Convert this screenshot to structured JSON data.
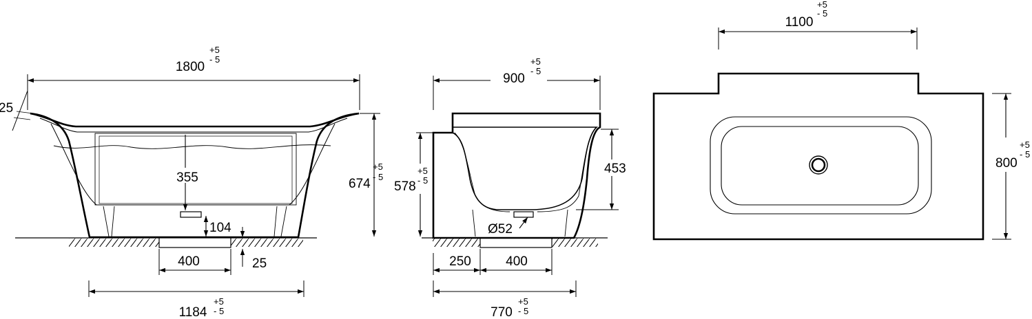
{
  "front_view": {
    "length": "1800",
    "length_tol_plus": "+5",
    "length_tol_minus": "- 5",
    "rim": "25",
    "height": "674",
    "height_tol_plus": "+5",
    "height_tol_minus": "- 5",
    "water_depth": "355",
    "drain_height": "104",
    "floor_offset": "25",
    "base_width": "400",
    "support_width": "1184",
    "support_tol_plus": "+5",
    "support_tol_minus": "- 5"
  },
  "side_view": {
    "width": "900",
    "width_tol_plus": "+5",
    "width_tol_minus": "- 5",
    "height": "578",
    "height_tol_plus": "+5",
    "height_tol_minus": "- 5",
    "inner_depth": "453",
    "drain_diameter": "Ø52",
    "offset": "250",
    "base_width": "400",
    "support_width": "770",
    "support_tol_plus": "+5",
    "support_tol_minus": "- 5"
  },
  "top_view": {
    "width": "1100",
    "width_tol_plus": "+5",
    "width_tol_minus": "- 5",
    "depth": "800",
    "depth_tol_plus": "+5",
    "depth_tol_minus": "- 5"
  }
}
